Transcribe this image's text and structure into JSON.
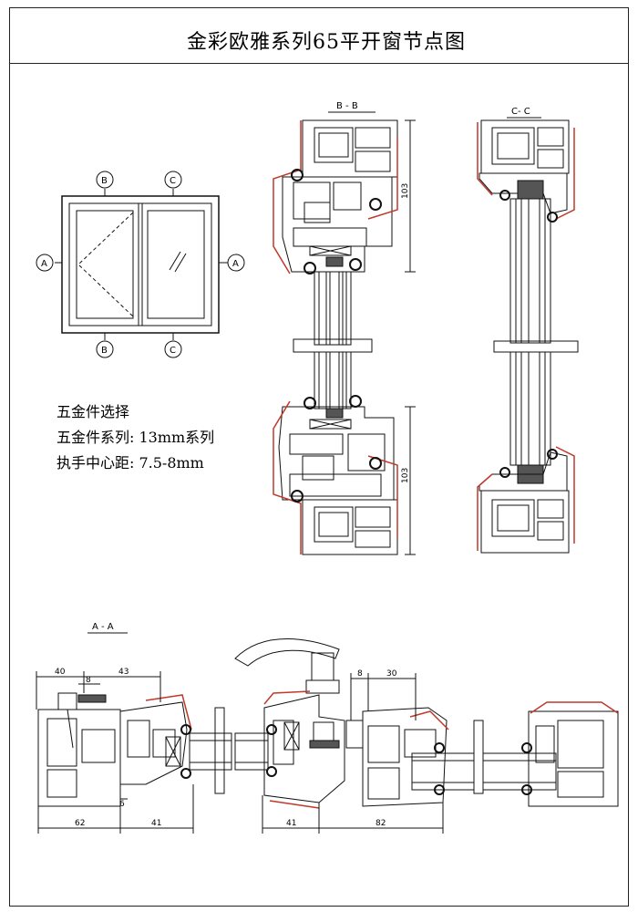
{
  "title": "金彩欧雅系列65平开窗节点图",
  "sections": {
    "bb": "B - B",
    "cc": "C- C",
    "aa": "A - A"
  },
  "markers": {
    "a": "A",
    "b": "B",
    "c": "C"
  },
  "specs": {
    "line1": "五金件选择",
    "line2": "五金件系列: 13mm系列",
    "line3": "执手中心距: 7.5-8mm"
  },
  "dimensions": {
    "bb_upper": "103",
    "bb_lower": "103",
    "d40": "40",
    "d43": "43",
    "d8a": "8",
    "d8b": "8",
    "d30": "30",
    "d62": "62",
    "d41a": "41",
    "d41b": "41",
    "d82": "82",
    "d6": "6"
  },
  "colors": {
    "line": "#111111",
    "gasket": "#c0392b",
    "frame_border": "#222222"
  }
}
